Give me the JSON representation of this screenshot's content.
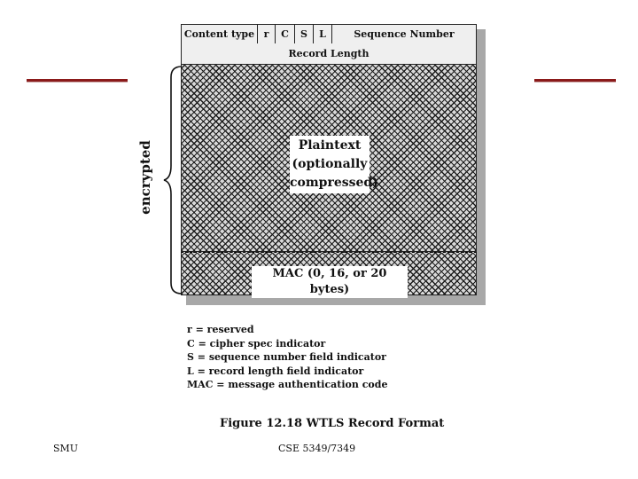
{
  "header": {
    "content_type": "Content type",
    "r": "r",
    "c": "C",
    "s": "S",
    "l": "L",
    "sequence_number": "Sequence Number",
    "record_length": "Record Length"
  },
  "body": {
    "plaintext_lines": [
      "Plaintext",
      "(optionally",
      "compressed)"
    ],
    "mac": "MAC (0, 16, or 20 bytes)",
    "encrypted": "encrypted"
  },
  "legend": [
    "r = reserved",
    "C = cipher spec indicator",
    "S = sequence number field indicator",
    "L = record length field indicator",
    "MAC = message authentication code"
  ],
  "caption": "Figure 12.18  WTLS Record Format",
  "footer": {
    "left": "SMU",
    "center": "CSE 5349/7349"
  },
  "colors": {
    "rule": "#8b1a1a",
    "header_fill": "#efefef",
    "shadow": "#a8a8a8"
  }
}
